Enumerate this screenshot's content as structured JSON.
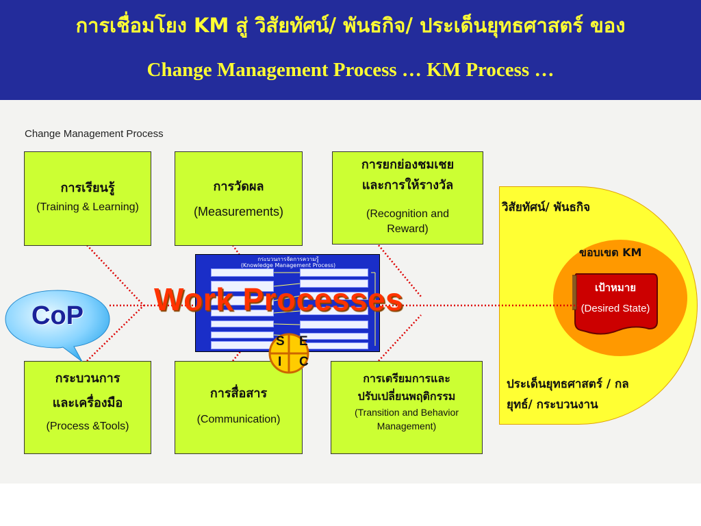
{
  "header": {
    "title_thai": "การเชื่อมโยง KM สู่ วิสัยทัศน์/ พันธกิจ/ ประเด็นยุทธศาสตร์ ของ",
    "title_english": "Change Management Process … KM Process …"
  },
  "diagram": {
    "section_label": "Change Management Process",
    "boxes": {
      "training": {
        "thai": "การเรียนรู้",
        "english": "(Training & Learning)"
      },
      "measurements": {
        "thai": "การวัดผล",
        "english": "(Measurements)"
      },
      "recognition": {
        "thai_line1": "การยกย่องชมเชย",
        "thai_line2": "และการให้รางวัล",
        "english_line1": "(Recognition and",
        "english_line2": "Reward)"
      },
      "process_tools": {
        "thai_line1": "กระบวนการ",
        "thai_line2": "และเครื่องมือ",
        "english": "(Process &Tools)"
      },
      "communication": {
        "thai": "การสื่อสาร",
        "english": "(Communication)"
      },
      "transition": {
        "thai_line1": "การเตรียมการและ",
        "thai_line2": "ปรับเปลี่ยนพฤติกรรม",
        "english_line1": "(Transition and Behavior",
        "english_line2": "Management)"
      }
    },
    "km_process_panel": {
      "title_line1": "กระบวนการจัดการความรู้",
      "title_line2": "(Knowledge Management Process)"
    },
    "work_processes": "Work Processes",
    "seic": {
      "s": "S",
      "e": "E",
      "i": "I",
      "c": "C"
    },
    "cop": "CoP",
    "vision": {
      "vision_mission": "วิสัยทัศน์/ พันธกิจ",
      "km_scope": "ขอบเขต KM",
      "target_thai": "เป้าหมาย",
      "target_english": "(Desired State)",
      "strategy_line1": "ประเด็นยุทธศาสตร์ /    กล",
      "strategy_line2": "ยุทธ์/ กระบวนงาน"
    },
    "colors": {
      "header_bg": "#232c9b",
      "title_text": "#ffff33",
      "box_fill": "#ccff33",
      "work_processes_text": "#ff3300",
      "connector_line": "#dd0000",
      "vision_fill": "#ffff33",
      "km_circle": "#ff9900",
      "target_fill": "#cc0000",
      "cop_fill": "#66ccff",
      "seic_fill": "#ffcc00"
    }
  }
}
